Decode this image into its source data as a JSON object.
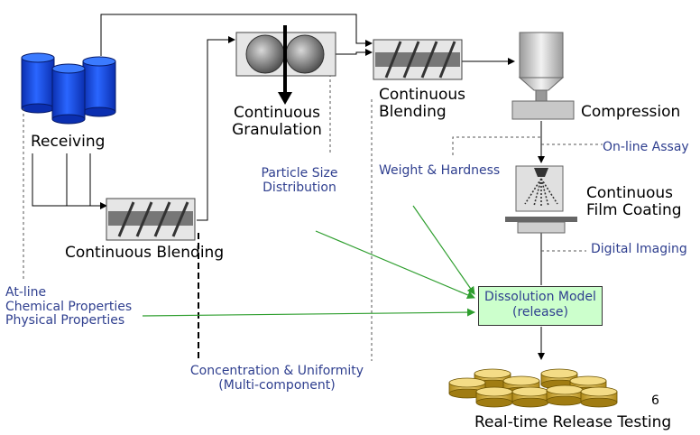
{
  "colors": {
    "arrow_green": "#2e9e2e",
    "label_blue": "#2f3f8f",
    "drum_blue": "#1a4fd6",
    "model_fill": "#ccffcc"
  },
  "units": {
    "receiving": "Receiving",
    "blend1": "Continuous Blending",
    "granulation": [
      "Continuous",
      "Granulation"
    ],
    "blend2": [
      "Continuous",
      "Blending"
    ],
    "compression": "Compression",
    "coating": [
      "Continuous",
      "Film Coating"
    ],
    "release": "Real-time Release Testing"
  },
  "measurements": {
    "particle_size": [
      "Particle Size",
      "Distribution"
    ],
    "weight_hardness": "Weight & Hardness",
    "online_assay": "On-line Assay",
    "digital_imaging": "Digital Imaging",
    "atline": [
      "At-line",
      "Chemical Properties",
      "Physical Properties"
    ],
    "concentration": [
      "Concentration & Uniformity",
      "(Multi-component)"
    ]
  },
  "model": [
    "Dissolution Model",
    "(release)"
  ],
  "page_number": "6"
}
